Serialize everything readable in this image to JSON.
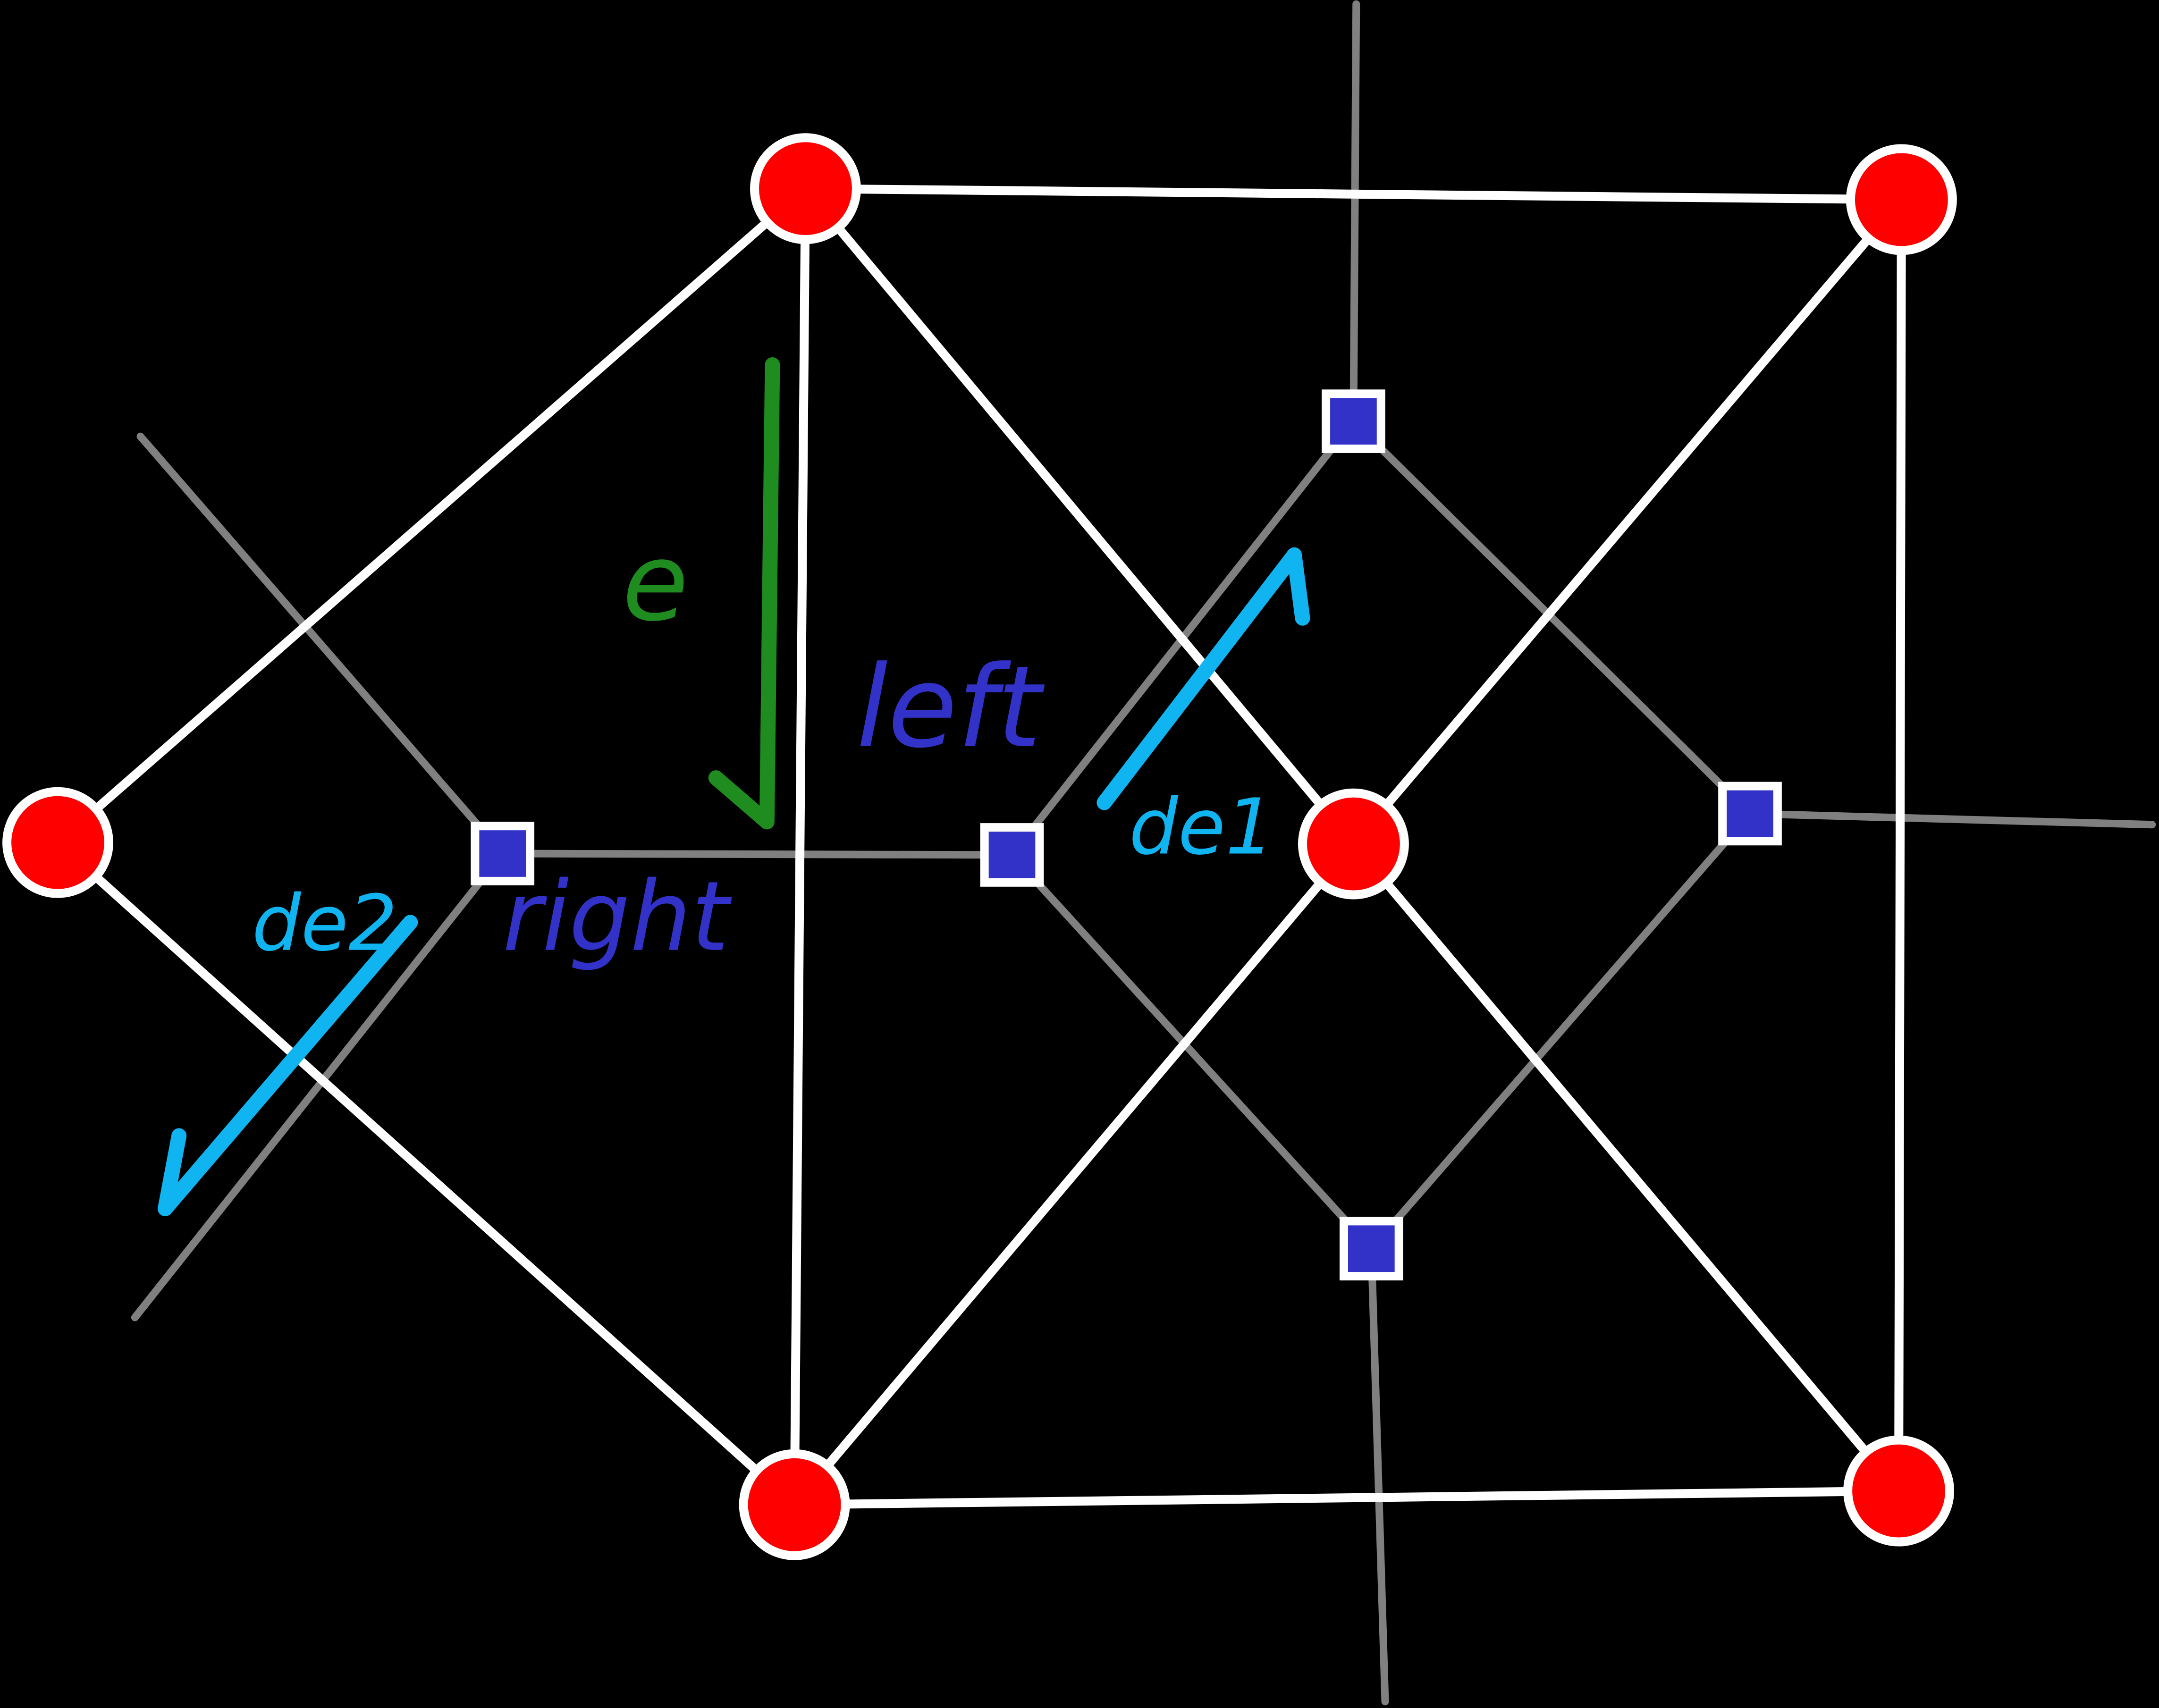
{
  "colors": {
    "background": "#000000",
    "triangulation_edge": "#ffffff",
    "voronoi_edge": "#808080",
    "site_fill": "#ff0000",
    "site_stroke": "#ffffff",
    "voronoi_vertex_fill": "#3232c8",
    "voronoi_vertex_stroke": "#ffffff",
    "edge_arrow": "#1e8c1e",
    "left_right_label": "#3232c8",
    "dual_arrow": "#0fb4f0"
  },
  "labels": {
    "e": "e",
    "left": "left",
    "right": "right",
    "de1": "de1",
    "de2": "de2"
  },
  "icons": {
    "site": "red-circle",
    "voronoi_vertex": "blue-square",
    "arrow": "hand-drawn-arrow"
  }
}
